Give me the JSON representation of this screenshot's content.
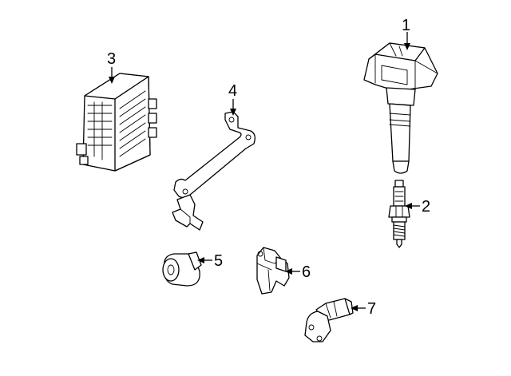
{
  "parts": [
    {
      "id": "coil",
      "callout": "1"
    },
    {
      "id": "spark-plug",
      "callout": "2"
    },
    {
      "id": "ecm",
      "callout": "3"
    },
    {
      "id": "bracket",
      "callout": "4"
    },
    {
      "id": "knock-sensor",
      "callout": "5"
    },
    {
      "id": "camshaft-sensor",
      "callout": "6"
    },
    {
      "id": "crankshaft-sensor",
      "callout": "7"
    }
  ]
}
